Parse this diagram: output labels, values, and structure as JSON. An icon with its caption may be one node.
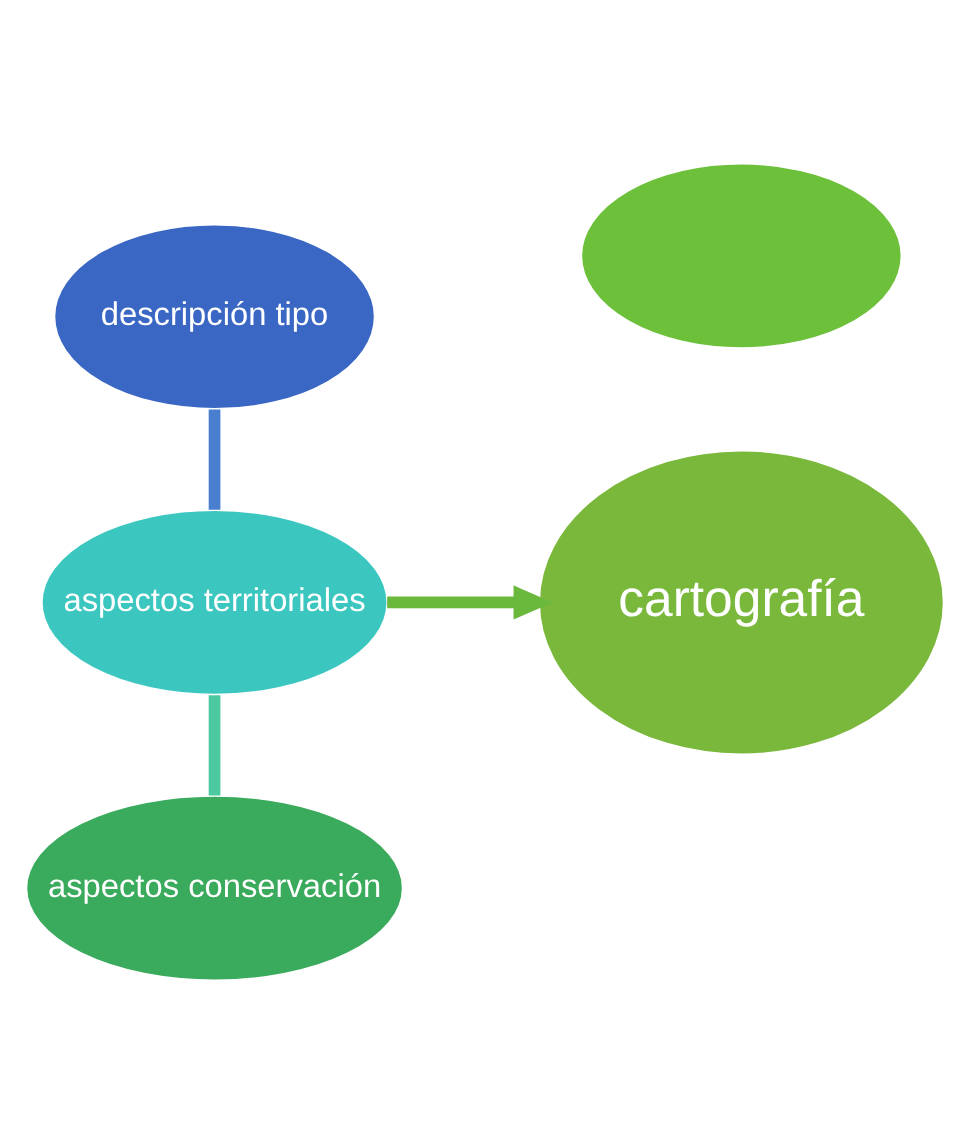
{
  "diagram": {
    "nodes": [
      {
        "text": [
          "descripción tipo"
        ]
      },
      {
        "text": [
          "aspectos territoriales"
        ]
      },
      {
        "text": [
          "aspectos conservación"
        ]
      },
      {
        "text": [
          "cartografía"
        ]
      },
      {
        "text": [],
        "shape": "circle"
      }
    ],
    "edges": [
      {
        "from": 0,
        "to": 1,
        "arrow": "none",
        "color": "#4a7fd0"
      },
      {
        "from": 1,
        "to": 2,
        "arrow": "none",
        "color": "#4cc9a0"
      },
      {
        "from": 1,
        "to": 3,
        "arrow": "to",
        "color": "#6ab83c"
      }
    ]
  }
}
